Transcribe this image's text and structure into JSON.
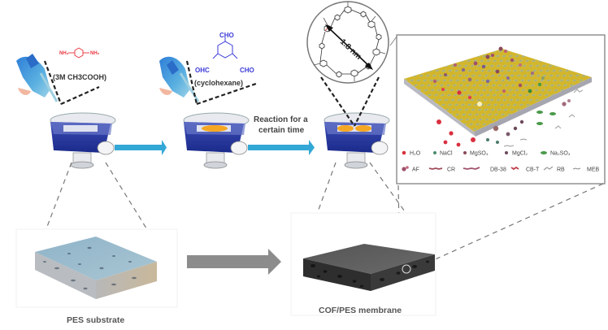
{
  "figure": {
    "step1": {
      "monomer": "p-phenylenediamine",
      "substituents": [
        "NH2",
        "NH2"
      ],
      "solvent_label": "(3M CH3COOH)",
      "monomer_color": "#e8323c"
    },
    "step2": {
      "monomer": "1,3,5-triformylbenzene",
      "substituents": [
        "CHO",
        "OHC",
        "CHO"
      ],
      "solvent_label": "(cyclohexane)",
      "monomer_color": "#3a3ad8"
    },
    "reaction_label_line1": "Reaction for a",
    "reaction_label_line2": "certain time",
    "pore_size_label": "1.8 nm",
    "substrate_caption": "PES substrate",
    "membrane_caption": "COF/PES membrane",
    "arrow_color_top": "#33a7d6",
    "arrow_color_bottom": "#8c8c8c",
    "inset": {
      "legend_row1": [
        {
          "label": "H₂O",
          "icon": "water-molecule-icon",
          "color": "#d8323c"
        },
        {
          "label": "NaCl",
          "icon": "nacl-icon",
          "color": "#4a8a6a"
        },
        {
          "label": "MgSO₄",
          "icon": "mgso4-icon",
          "color": "#8a4a5a"
        },
        {
          "label": "MgCl₂",
          "icon": "mgcl2-icon",
          "color": "#6a4a5a"
        },
        {
          "label": "Na₂SO₄",
          "icon": "na2so4-icon",
          "color": "#4a9a4a"
        }
      ],
      "legend_row2": [
        {
          "label": "AF",
          "icon": "af-dye-icon",
          "color": "#a0506a"
        },
        {
          "label": "CR",
          "icon": "cr-dye-icon",
          "color": "#a04a5a"
        },
        {
          "label": "DB-38",
          "icon": "db38-dye-icon",
          "color": "#a0506a"
        },
        {
          "label": "CB-T",
          "icon": "cbt-dye-icon",
          "color": "#c0404a"
        },
        {
          "label": "RB",
          "icon": "rb-dye-icon",
          "color": "#9a9a9a"
        },
        {
          "label": "MEB",
          "icon": "meb-dye-icon",
          "color": "#8a8a8a"
        }
      ]
    }
  }
}
